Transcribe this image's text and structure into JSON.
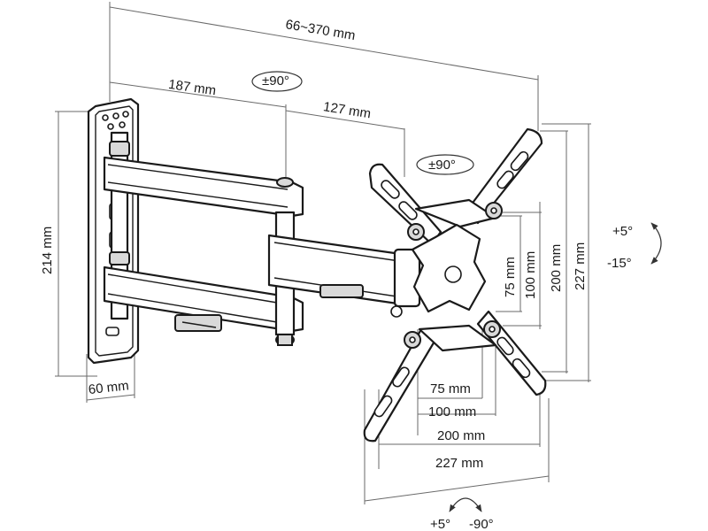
{
  "dimensions": {
    "extension_range": "66~370 mm",
    "arm_first_length": "187 mm",
    "arm_second_length": "127 mm",
    "wall_plate_height": "214 mm",
    "wall_plate_depth": "60 mm",
    "vesa_vertical_1": "75 mm",
    "vesa_vertical_2": "100 mm",
    "vesa_vertical_3": "200 mm",
    "plate_height": "227 mm",
    "vesa_horizontal_1": "75 mm",
    "vesa_horizontal_2": "100 mm",
    "vesa_horizontal_3": "200 mm",
    "plate_width": "227 mm"
  },
  "rotations": {
    "arm_swivel": "±90°",
    "head_swivel": "±90°",
    "tilt_up": "+5°",
    "tilt_down": "-15°",
    "rotate_plus": "+5°",
    "rotate_minus": "-90°"
  }
}
